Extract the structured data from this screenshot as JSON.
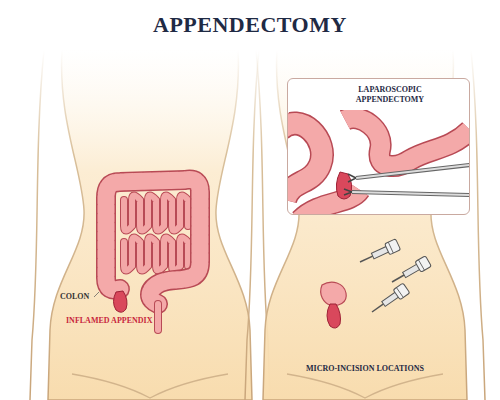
{
  "diagram": {
    "title": "APPENDECTOMY",
    "nodes": [
      {
        "text": [
          "LAPAROSCOPIC APPENDECTOMY"
        ]
      }
    ],
    "labels": [
      "COLON",
      "INFLAMED APPENDIX",
      "MICRO-INCISION LOCATIONS"
    ]
  }
}
